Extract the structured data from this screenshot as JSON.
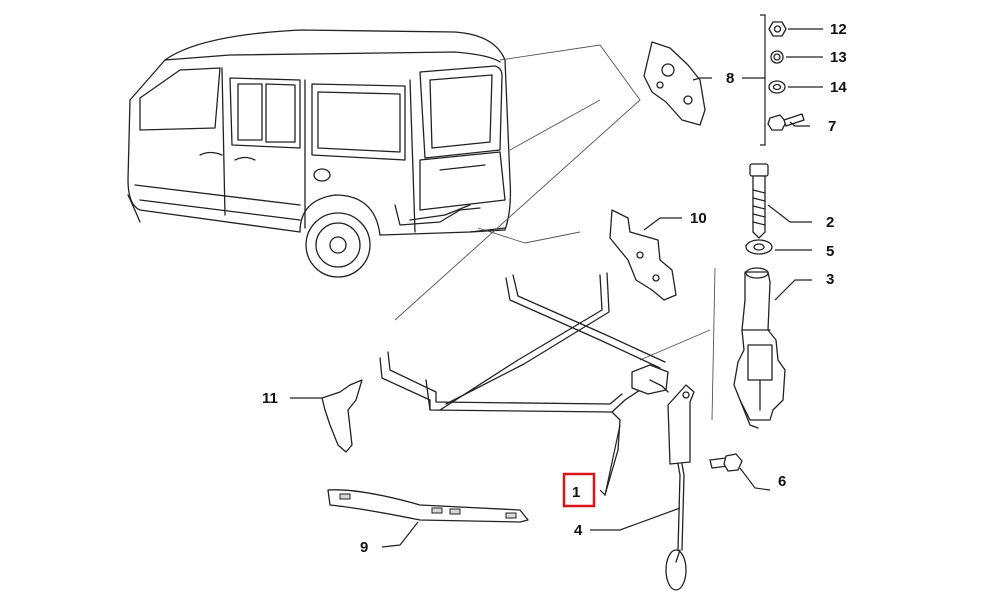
{
  "diagram": {
    "callouts": {
      "c1": "1",
      "c2": "2",
      "c3": "3",
      "c4": "4",
      "c5": "5",
      "c6": "6",
      "c7": "7",
      "c8": "8",
      "c9": "9",
      "c10": "10",
      "c11": "11",
      "c12": "12",
      "c13": "13",
      "c14": "14"
    },
    "highlighted_callout": "1",
    "highlight_color": "#d9151b",
    "line_color": "#222222"
  }
}
